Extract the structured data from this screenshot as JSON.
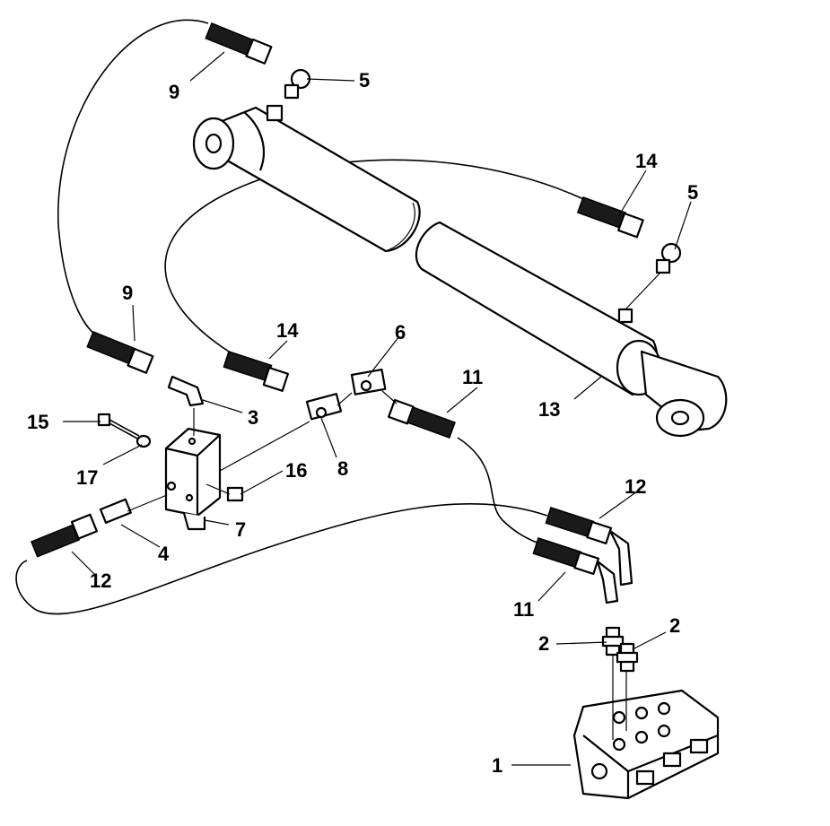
{
  "callouts": {
    "c1": "1",
    "c2a": "2",
    "c2b": "2",
    "c3": "3",
    "c4": "4",
    "c5a": "5",
    "c5b": "5",
    "c6": "6",
    "c7": "7",
    "c8": "8",
    "c9a": "9",
    "c9b": "9",
    "c11a": "11",
    "c11b": "11",
    "c12a": "12",
    "c12b": "12",
    "c13": "13",
    "c14a": "14",
    "c14b": "14",
    "c15": "15",
    "c16": "16",
    "c17": "17"
  }
}
